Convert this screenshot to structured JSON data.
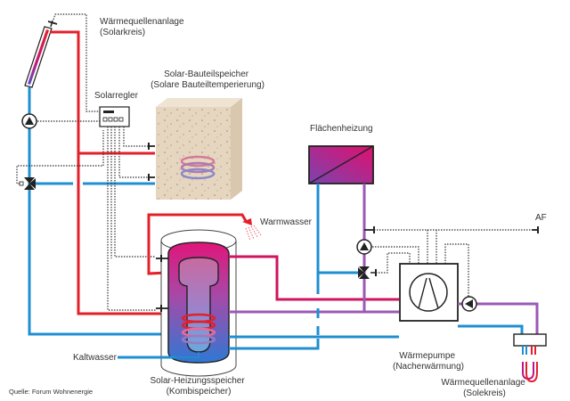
{
  "labels": {
    "solar_source": [
      "Wärmequellenanlage",
      "(Solarkreis)"
    ],
    "component_storage": [
      "Solar-Bauteilspeicher",
      "(Solare Bauteiltemperierung)"
    ],
    "solar_controller": "Solarregler",
    "floor_heating": "Flächenheizung",
    "hot_water": "Warmwasser",
    "outdoor_sensor": "AF",
    "cold_water": "Kaltwasser",
    "combi_storage": [
      "Solar-Heizungsspeicher",
      "(Kombispeicher)"
    ],
    "heat_pump": [
      "Wärmepumpe",
      "(Nacherwärmung)"
    ],
    "ground_source": [
      "Wärmequellenanlage",
      "(Solekreis)"
    ],
    "source_credit": "Quelle: Forum Wohnenergie"
  },
  "colors": {
    "hot_pipe": "#e3202a",
    "cold_pipe": "#1f8fd0",
    "heating_flow": "#d0145f",
    "heating_return": "#9b59b6",
    "control_line": "#333333",
    "concrete": "#e3d3bd"
  }
}
